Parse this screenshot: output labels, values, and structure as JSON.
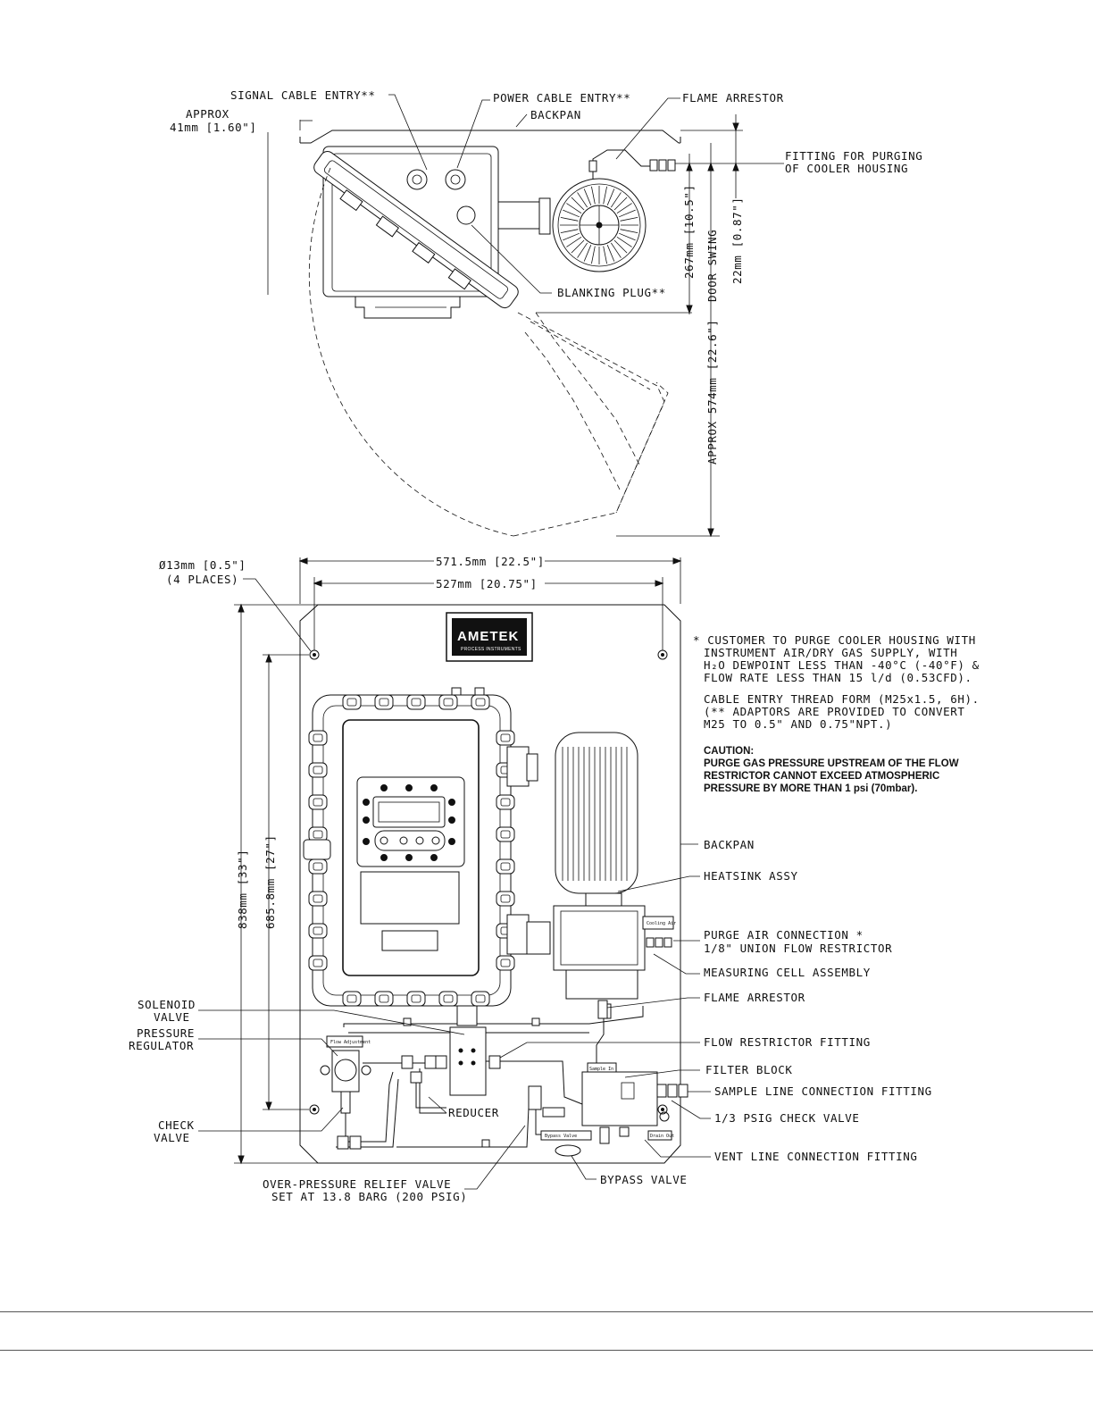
{
  "top_view": {
    "signal_cable_entry": "SIGNAL CABLE ENTRY**",
    "power_cable_entry": "POWER CABLE ENTRY**",
    "flame_arrestor": "FLAME ARRESTOR",
    "backpan": "BACKPAN",
    "approx_line1": "APPROX",
    "approx_line2": "41mm [1.60\"]",
    "fitting_line1": "FITTING FOR PURGING",
    "fitting_line2": "OF COOLER HOUSING",
    "blanking_plug": "BLANKING PLUG**",
    "dim_267": "267mm [10.5\"]",
    "door_swing": "DOOR SWING",
    "dim_22": "22mm [0.87\"]",
    "dim_574": "APPROX 574mm [22.6\"]"
  },
  "front_view": {
    "hole_line1": "Ø13mm [0.5\"]",
    "hole_line2": "(4 PLACES)",
    "dim_width_outer": "571.5mm [22.5\"]",
    "dim_width_inner": "527mm [20.75\"]",
    "dim_height_outer": "838mm [33\"]",
    "dim_height_inner": "685.8mm [27\"]",
    "logo": "AMETEK",
    "logo_sub": "PROCESS INSTRUMENTS",
    "flow_adj_tag": "Flow Adjustment",
    "bypass_tag": "Bypass Valve",
    "sample_tag": "Sample In",
    "drain_tag": "Drain Out",
    "cooling_tag": "Cooling Air"
  },
  "notes": {
    "note1_line1": "* CUSTOMER TO PURGE COOLER HOUSING WITH",
    "note1_line2": "INSTRUMENT AIR/DRY GAS SUPPLY, WITH",
    "note1_line3": "H₂O DEWPOINT LESS THAN -40°C (-40°F) &",
    "note1_line4": "FLOW RATE LESS THAN 15 l/d (0.53CFD).",
    "note2_line1": "CABLE ENTRY THREAD FORM (M25x1.5, 6H).",
    "note2_line2": "(** ADAPTORS ARE PROVIDED TO CONVERT",
    "note2_line3": "M25 TO 0.5\" AND 0.75\"NPT.)",
    "caution_line1": "CAUTION:",
    "caution_line2": "PURGE GAS PRESSURE UPSTREAM OF THE FLOW",
    "caution_line3": "RESTRICTOR CANNOT EXCEED ATMOSPHERIC",
    "caution_line4": "PRESSURE BY MORE THAN 1 psi (70mbar)."
  },
  "callouts": {
    "backpan": "BACKPAN",
    "heatsink": "HEATSINK ASSY",
    "purge_air_line1": "PURGE AIR CONNECTION *",
    "purge_air_line2": "1/8\" UNION FLOW RESTRICTOR",
    "measuring_cell": "MEASURING CELL ASSEMBLY",
    "flame_arrestor": "FLAME ARRESTOR",
    "flow_restrictor": "FLOW RESTRICTOR FITTING",
    "filter_block": "FILTER BLOCK",
    "sample_line": "SAMPLE LINE CONNECTION FITTING",
    "check_valve_13": "1/3 PSIG CHECK VALVE",
    "vent_line": "VENT LINE CONNECTION FITTING",
    "bypass_valve": "BYPASS VALVE",
    "overpressure_line1": "OVER-PRESSURE RELIEF VALVE",
    "overpressure_line2": "SET AT 13.8 BARG (200 PSIG)",
    "reducer": "REDUCER",
    "solenoid_line1": "SOLENOID",
    "solenoid_line2": "VALVE",
    "pressure_line1": "PRESSURE",
    "pressure_line2": "REGULATOR",
    "check_line1": "CHECK",
    "check_line2": "VALVE"
  }
}
